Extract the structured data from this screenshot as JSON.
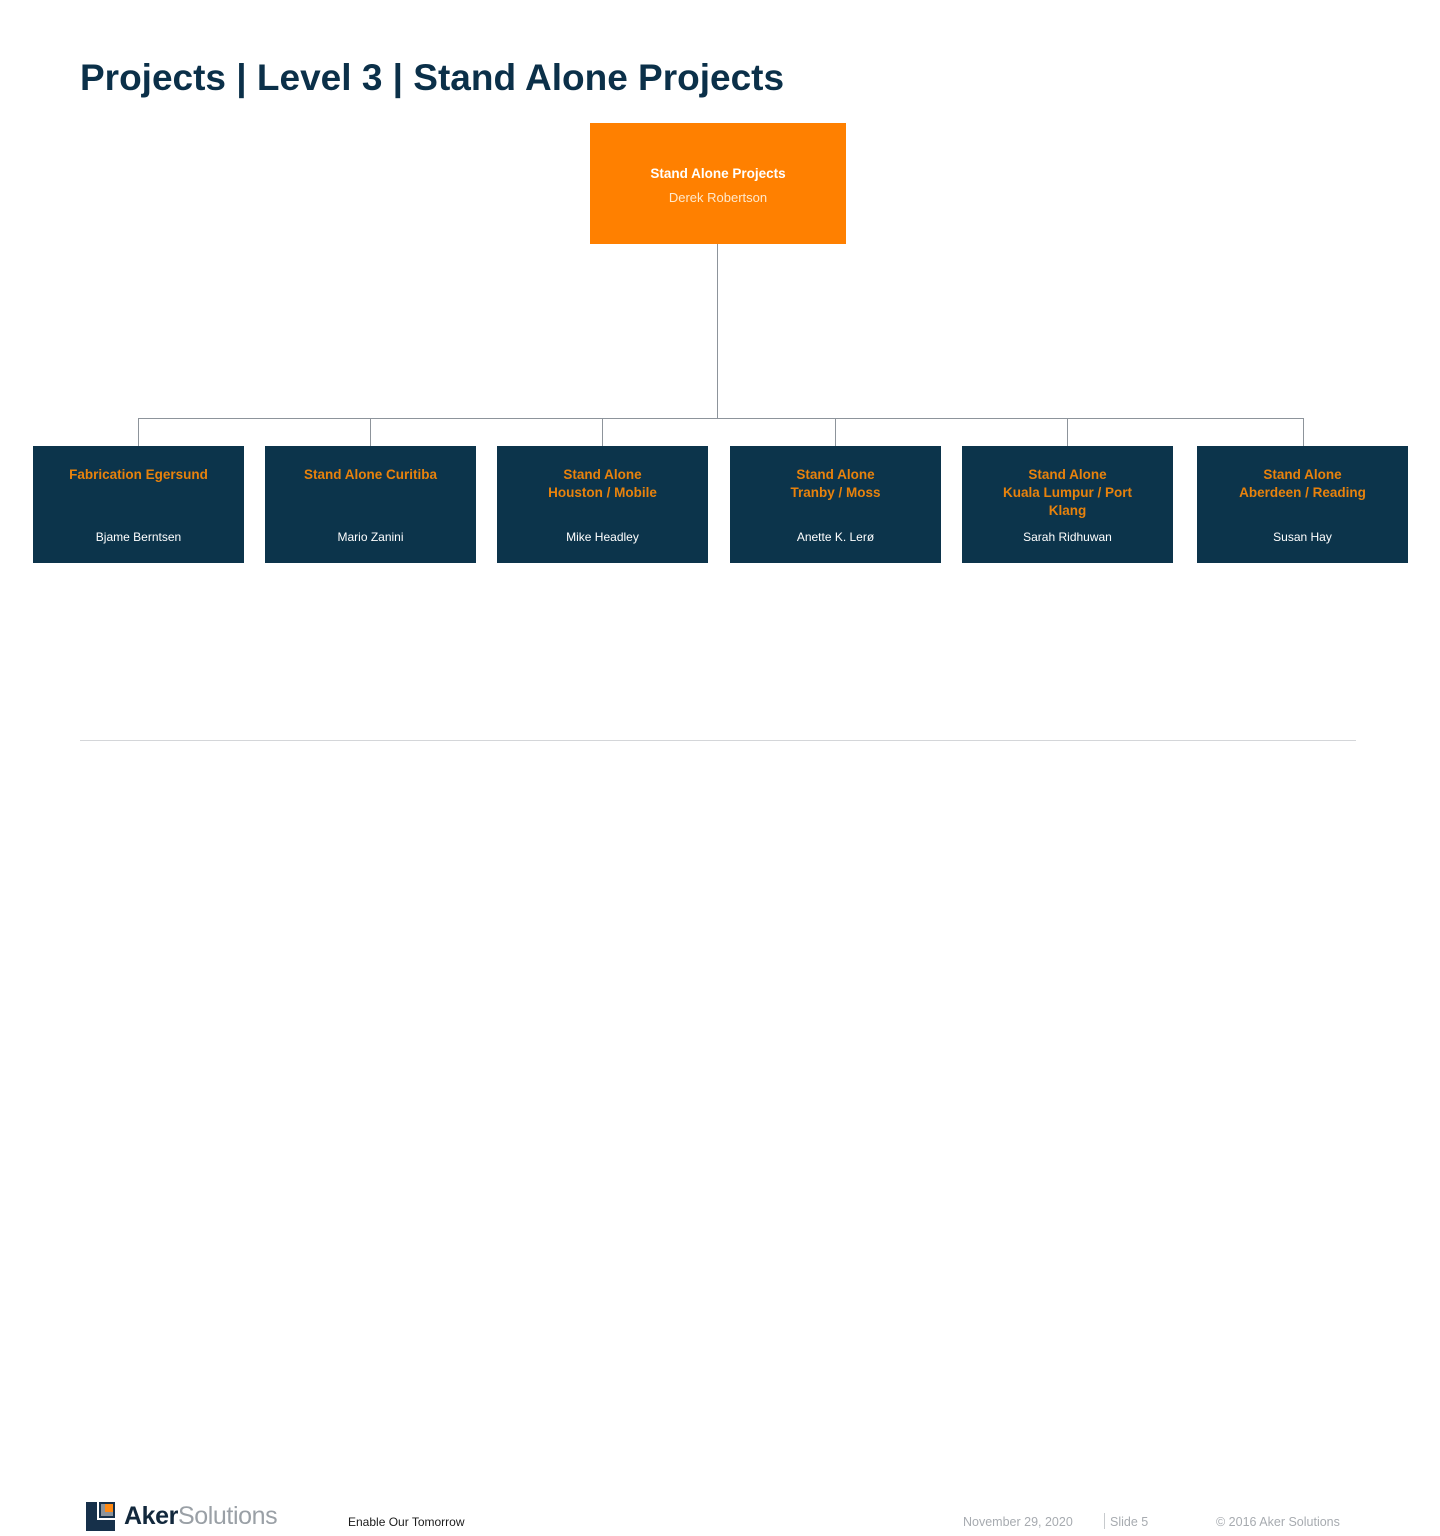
{
  "slide": {
    "title": "Projects | Level 3 | Stand Alone Projects"
  },
  "colors": {
    "accent_orange": "#ff8000",
    "node_navy": "#0c344b",
    "title_navy": "#0b3049",
    "node_title_orange": "#e8820c",
    "connector_gray": "#8d949b",
    "footer_gray": "#a7abb0"
  },
  "org_chart": {
    "root": {
      "title": "Stand Alone Projects",
      "person": "Derek Robertson"
    },
    "children": [
      {
        "title": "Fabrication Egersund",
        "title_lines": [
          "Fabrication Egersund"
        ],
        "person": "Bjame Berntsen"
      },
      {
        "title": "Stand Alone Curitiba",
        "title_lines": [
          "Stand Alone Curitiba"
        ],
        "person": "Mario Zanini"
      },
      {
        "title": "Stand Alone Houston / Mobile",
        "title_lines": [
          "Stand Alone",
          "Houston / Mobile"
        ],
        "person": "Mike Headley"
      },
      {
        "title": "Stand Alone Tranby / Moss",
        "title_lines": [
          "Stand Alone",
          "Tranby / Moss"
        ],
        "person": "Anette K. Lerø"
      },
      {
        "title": "Stand Alone Kuala Lumpur / Port Klang",
        "title_lines": [
          "Stand Alone",
          "Kuala Lumpur / Port",
          "Klang"
        ],
        "person": "Sarah Ridhuwan"
      },
      {
        "title": "Stand Alone Aberdeen / Reading",
        "title_lines": [
          "Stand Alone",
          "Aberdeen / Reading"
        ],
        "person": "Susan Hay"
      }
    ]
  },
  "footer": {
    "logo_bold": "Aker",
    "logo_light": "Solutions",
    "tagline": "Enable Our Tomorrow",
    "date": "November 29, 2020",
    "slide_number": "Slide 5",
    "copyright": "© 2016 Aker Solutions"
  }
}
